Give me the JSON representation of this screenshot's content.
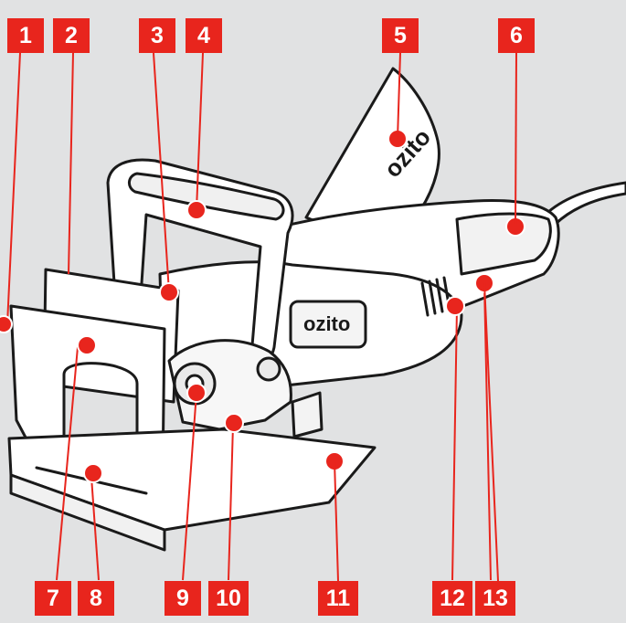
{
  "diagram": {
    "callouts": [
      {
        "id": "c1",
        "label": "1"
      },
      {
        "id": "c2",
        "label": "2"
      },
      {
        "id": "c3",
        "label": "3"
      },
      {
        "id": "c4",
        "label": "4"
      },
      {
        "id": "c5",
        "label": "5"
      },
      {
        "id": "c6",
        "label": "6"
      },
      {
        "id": "c7",
        "label": "7"
      },
      {
        "id": "c8",
        "label": "8"
      },
      {
        "id": "c9",
        "label": "9"
      },
      {
        "id": "c10",
        "label": "10"
      },
      {
        "id": "c11",
        "label": "11"
      },
      {
        "id": "c12",
        "label": "12"
      },
      {
        "id": "c13",
        "label": "13"
      }
    ],
    "brand_top": "ozito",
    "brand_side": "ozito",
    "colors": {
      "background": "#e1e2e3",
      "callout": "#e8251d",
      "outline": "#1a1a1a"
    }
  }
}
